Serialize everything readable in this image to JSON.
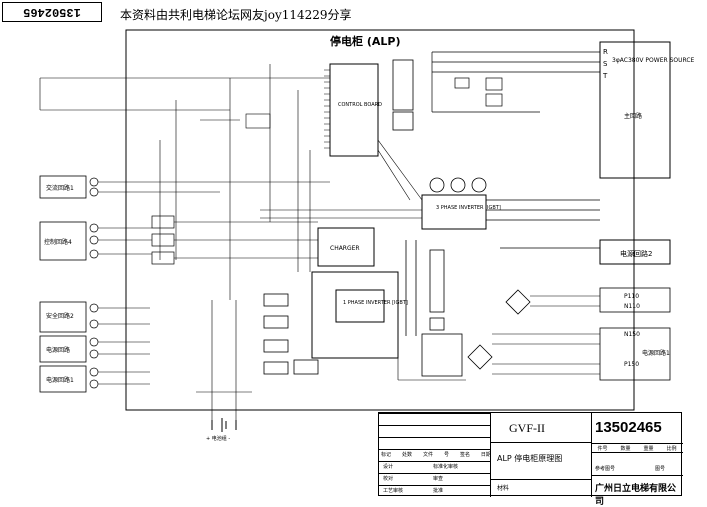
{
  "stamp": "13502465",
  "header_note": "本资料由共利电梯论坛网友joy114229分享",
  "diagram_title": "停电柜 (ALP)",
  "blocks": {
    "control_board": "CONTROL BOARD",
    "inverter3": "3 PHASE INVERTER [IGBT]",
    "charger": "CHARGER",
    "inverter1": "1 PHASE INVERTER [IGBT]",
    "power_source": "3φAC380V POWER SOURCE",
    "main_circuit": "主回路",
    "power_circuit2": "电源回路2",
    "power_circuit1": "电源回路1",
    "bat_label": "+ 电池组 -"
  },
  "left_blocks": [
    "交流回路1",
    "控制回路4",
    "安全回路2",
    "电源回路",
    "电源回路1"
  ],
  "power_terms": [
    "R",
    "S",
    "T"
  ],
  "out_terms": [
    "P110",
    "N110",
    "N150",
    "P150"
  ],
  "title_block": {
    "model": "GVF-II",
    "number": "13502465",
    "drawing_name": "ALP 停电柜原理图",
    "company": "广州日立电梯有限公司",
    "material_label": "材料",
    "headers": [
      "标记",
      "处数",
      "文件",
      "号",
      "签名",
      "日期"
    ],
    "rows_left": [
      "设计",
      "校对",
      "工艺审核"
    ],
    "rows_mid": [
      "标准化审核",
      "审查",
      "批准"
    ],
    "right_headers": [
      "件号",
      "数量",
      "重量",
      "比例"
    ],
    "ref_label": "参考图号",
    "page_label": "图号"
  }
}
